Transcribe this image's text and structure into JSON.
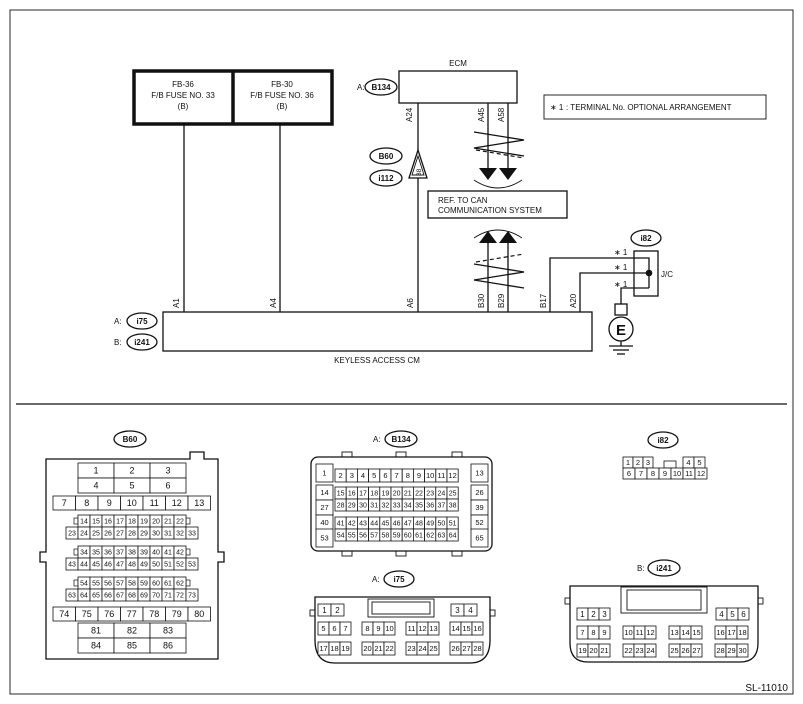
{
  "diagram_id": "SL-11010",
  "fuses": [
    {
      "line1": "FB-36",
      "line2": "F/B FUSE NO. 33",
      "line3": "(B)"
    },
    {
      "line1": "FB-30",
      "line2": "F/B FUSE NO. 36",
      "line3": "(B)"
    }
  ],
  "ecm": {
    "title": "ECM",
    "connector_prefix": "A:",
    "connector": "B134",
    "terminals": [
      "A24",
      "A45",
      "A58"
    ]
  },
  "note": {
    "star": "∗ 1",
    "text": ": TERMINAL No. OPTIONAL ARRANGEMENT"
  },
  "joint": {
    "top": "B60",
    "bottom": "i112",
    "pin": "38"
  },
  "can_ref": {
    "line1": "REF. TO CAN",
    "line2": "COMMUNICATION SYSTEM"
  },
  "jc": {
    "connector": "i82",
    "label": "J/C",
    "star_marks": [
      "∗ 1",
      "∗ 1",
      "∗ 1"
    ]
  },
  "ground_symbol": "E",
  "keyless": {
    "title": "KEYLESS ACCESS CM",
    "conn_a_prefix": "A:",
    "conn_a": "i75",
    "conn_b_prefix": "B:",
    "conn_b": "i241",
    "terminals": [
      "A1",
      "A4",
      "A6",
      "B30",
      "B29",
      "B17",
      "A20"
    ]
  },
  "connectors": {
    "b60": {
      "name": "B60",
      "rows": [
        [
          "1",
          "2",
          "3"
        ],
        [
          "4",
          "5",
          "6"
        ],
        [
          "7",
          "8",
          "9",
          "10",
          "11",
          "12",
          "13"
        ],
        [
          "14",
          "15",
          "16",
          "17",
          "18",
          "19",
          "20",
          "21",
          "22"
        ],
        [
          "23",
          "24",
          "25",
          "26",
          "27",
          "28",
          "29",
          "30",
          "31",
          "32",
          "33"
        ],
        [
          "34",
          "35",
          "36",
          "37",
          "38",
          "39",
          "40",
          "41",
          "42"
        ],
        [
          "43",
          "44",
          "45",
          "46",
          "47",
          "48",
          "49",
          "50",
          "51",
          "52",
          "53"
        ],
        [
          "54",
          "55",
          "56",
          "57",
          "58",
          "59",
          "60",
          "61",
          "62"
        ],
        [
          "63",
          "64",
          "65",
          "66",
          "67",
          "68",
          "69",
          "70",
          "71",
          "72",
          "73"
        ],
        [
          "74",
          "75",
          "76",
          "77",
          "78",
          "79",
          "80"
        ],
        [
          "81",
          "82",
          "83"
        ],
        [
          "84",
          "85",
          "86"
        ]
      ]
    },
    "b134": {
      "prefix": "A:",
      "name": "B134",
      "left": [
        "1",
        "14",
        "27",
        "40",
        "53"
      ],
      "right": [
        "13",
        "26",
        "39",
        "52",
        "65"
      ],
      "rows": [
        [
          "2",
          "3",
          "4",
          "5",
          "6",
          "7",
          "8",
          "9",
          "10",
          "11",
          "12"
        ],
        [
          "15",
          "16",
          "17",
          "18",
          "19",
          "20",
          "21",
          "22",
          "23",
          "24",
          "25"
        ],
        [
          "28",
          "29",
          "30",
          "31",
          "32",
          "33",
          "34",
          "35",
          "36",
          "37",
          "38"
        ],
        [
          "41",
          "42",
          "43",
          "44",
          "45",
          "46",
          "47",
          "48",
          "49",
          "50",
          "51"
        ],
        [
          "54",
          "55",
          "56",
          "57",
          "58",
          "59",
          "60",
          "61",
          "62",
          "63",
          "64"
        ]
      ]
    },
    "i82": {
      "name": "i82",
      "row1a": [
        "1",
        "2",
        "3"
      ],
      "row1b": [
        "4",
        "5"
      ],
      "row2": [
        "6",
        "7",
        "8",
        "9",
        "10",
        "11",
        "12"
      ]
    },
    "i75": {
      "prefix": "A:",
      "name": "i75",
      "row1a": [
        "1",
        "2"
      ],
      "row1b": [
        "3",
        "4"
      ],
      "row2": [
        [
          "5",
          "6",
          "7"
        ],
        [
          "8",
          "9",
          "10"
        ],
        [
          "11",
          "12",
          "13"
        ],
        [
          "14",
          "15",
          "16"
        ]
      ],
      "row3": [
        [
          "17",
          "18",
          "19"
        ],
        [
          "20",
          "21",
          "22"
        ],
        [
          "23",
          "24",
          "25"
        ],
        [
          "26",
          "27",
          "28"
        ]
      ]
    },
    "i241": {
      "prefix": "B:",
      "name": "i241",
      "row1a": [
        "1",
        "2",
        "3"
      ],
      "row1b": [
        "4",
        "5",
        "6"
      ],
      "row2": [
        [
          "7",
          "8",
          "9"
        ],
        [
          "10",
          "11",
          "12"
        ],
        [
          "13",
          "14",
          "15"
        ],
        [
          "16",
          "17",
          "18"
        ]
      ],
      "row3": [
        [
          "19",
          "20",
          "21"
        ],
        [
          "22",
          "23",
          "24"
        ],
        [
          "25",
          "26",
          "27"
        ],
        [
          "28",
          "29",
          "30"
        ]
      ]
    }
  }
}
